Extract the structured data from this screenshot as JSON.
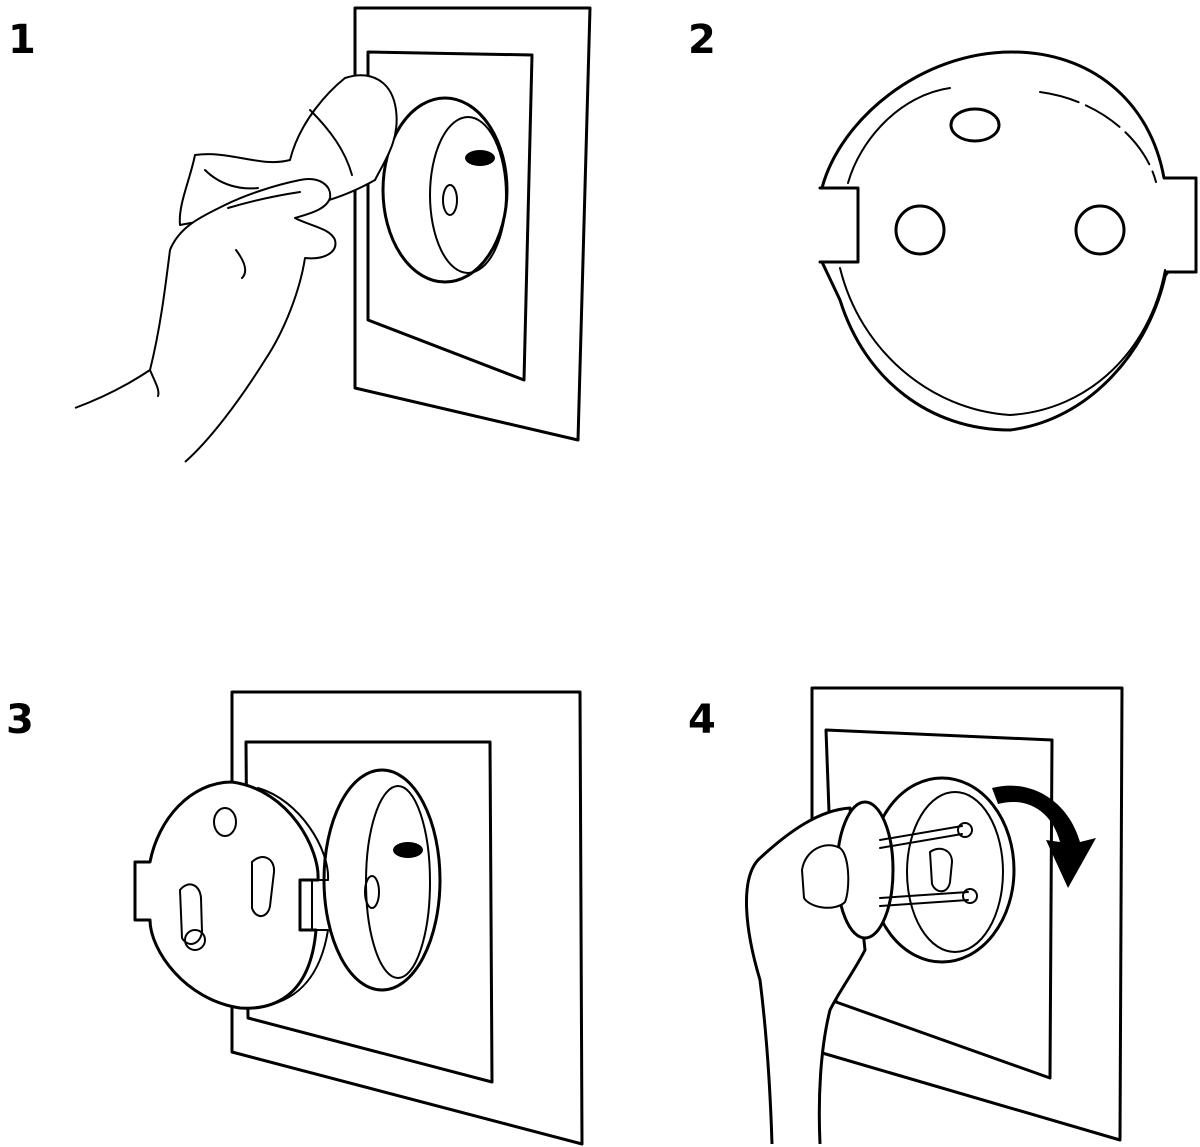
{
  "steps": [
    {
      "number": "1",
      "illustration": "hand-wiping-socket"
    },
    {
      "number": "2",
      "illustration": "socket-cover-back"
    },
    {
      "number": "3",
      "illustration": "applying-cover"
    },
    {
      "number": "4",
      "illustration": "plug-rotate"
    }
  ],
  "colors": {
    "ink": "#000000",
    "paper": "#ffffff"
  }
}
